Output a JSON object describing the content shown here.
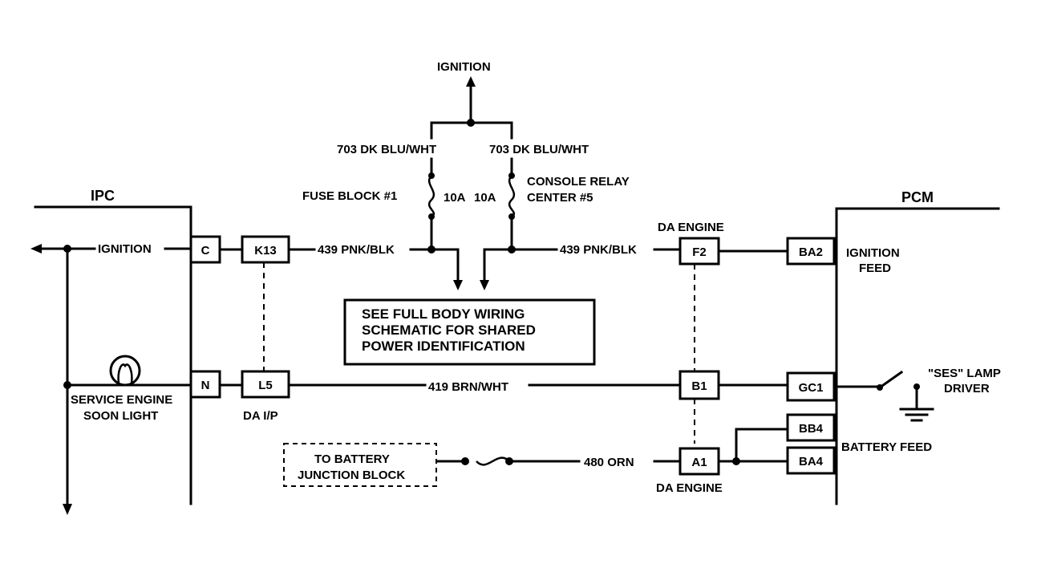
{
  "modules": {
    "ipc": "IPC",
    "pcm": "PCM"
  },
  "top": {
    "ignition": "IGNITION"
  },
  "wires": {
    "w703_left": "703 DK BLU/WHT",
    "w703_right": "703 DK BLU/WHT",
    "w439_left": "439 PNK/BLK",
    "w439_right": "439 PNK/BLK",
    "w419": "419 BRN/WHT",
    "w480": "480 ORN"
  },
  "fuses": {
    "fuse_block": "FUSE BLOCK #1",
    "left_rating": "10A",
    "right_rating": "10A",
    "console_relay_line1": "CONSOLE RELAY",
    "console_relay_line2": "CENTER #5"
  },
  "connectors": {
    "c": "C",
    "n": "N",
    "k13": "K13",
    "l5": "L5",
    "f2": "F2",
    "b1": "B1",
    "a1": "A1",
    "ba2": "BA2",
    "gc1": "GC1",
    "bb4": "BB4",
    "ba4": "BA4"
  },
  "connector_groups": {
    "da_engine_top": "DA ENGINE",
    "da_engine_bottom": "DA ENGINE",
    "da_ip": "DA I/P"
  },
  "labels": {
    "ipc_ignition": "IGNITION",
    "service_engine_line1": "SERVICE ENGINE",
    "service_engine_line2": "SOON LIGHT",
    "ignition_feed_line1": "IGNITION",
    "ignition_feed_line2": "FEED",
    "ses_lamp_line1": "\"SES\" LAMP",
    "ses_lamp_line2": "DRIVER",
    "battery_feed": "BATTERY FEED"
  },
  "notes": {
    "shared_power_line1": "SEE FULL BODY WIRING",
    "shared_power_line2": "SCHEMATIC FOR SHARED",
    "shared_power_line3": "POWER IDENTIFICATION",
    "battery_junction_line1": "TO BATTERY",
    "battery_junction_line2": "JUNCTION BLOCK"
  }
}
